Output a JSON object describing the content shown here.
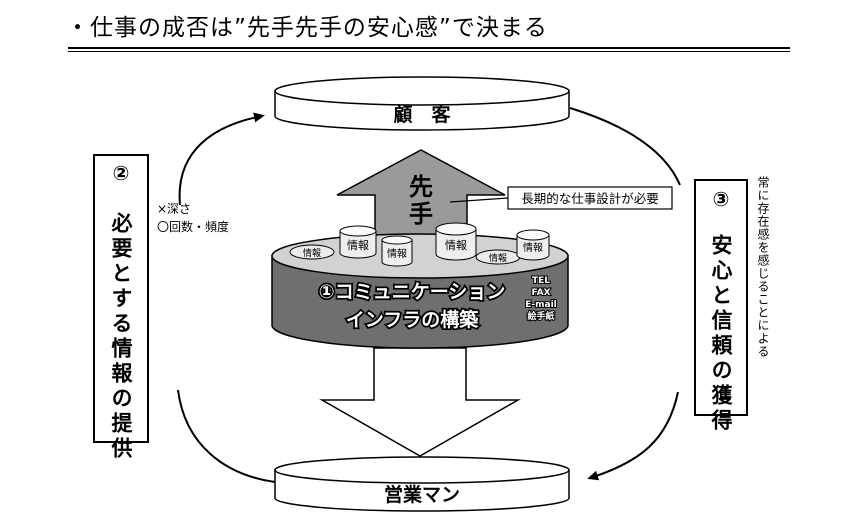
{
  "slide": {
    "title": "・仕事の成否は”先手先手の安心感”で決まる"
  },
  "diagram": {
    "customer_label": "顧　客",
    "sales_label": "営業マン",
    "arrow_label_line1": "先",
    "arrow_label_line2": "手",
    "callout_text": "長期的な仕事設計が必要",
    "center_line1": "①コミュニケーション",
    "center_line2": "インフラの構築",
    "media_labels": [
      "TEL",
      "FAX",
      "E-mail",
      "絵手紙"
    ],
    "info_label": "情報",
    "left_box_number": "②",
    "left_box_text": "必要とする情報の提供",
    "left_note_line1": "×深さ",
    "left_note_line2": "〇回数・頻度",
    "right_box_number": "③",
    "right_box_text": "安心と信頼の獲得",
    "right_vertical_note": "常に存在感を感じることによる"
  },
  "colors": {
    "arrow_fill": "#9a9a9a",
    "cylinder_dark": "#6f6f6f",
    "cylinder_top": "#d2d2d2",
    "line": "#000000"
  }
}
